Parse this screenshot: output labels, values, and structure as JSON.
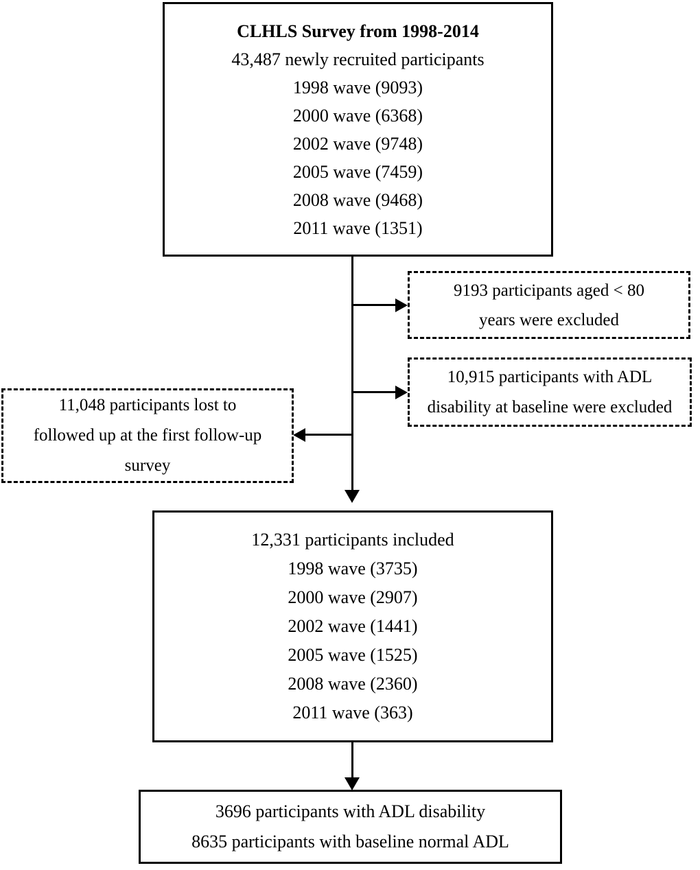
{
  "diagram": {
    "type": "study-flow-chart",
    "title_text": "CLHLS Survey from 1998-2014",
    "nodes": {
      "source_cohort": {
        "style": "solid",
        "title": "CLHLS Survey from 1998-2014",
        "lines": [
          "43,487 newly recruited participants",
          "1998 wave (9093)",
          "2000 wave (6368)",
          "2002 wave (9748)",
          "2005 wave (7459)",
          "2008 wave (9468)",
          "2011 wave (1351)"
        ]
      },
      "excluded_age": {
        "style": "dashed",
        "lines": [
          "9193 participants aged < 80",
          "years were excluded"
        ]
      },
      "excluded_adl": {
        "style": "dashed",
        "lines": [
          "10,915 participants with ADL",
          "disability at baseline were excluded"
        ]
      },
      "lost_followup": {
        "style": "dashed",
        "lines": [
          "11,048 participants lost to",
          "followed up at the first follow-up",
          "survey"
        ]
      },
      "included_cohort": {
        "style": "solid",
        "lines": [
          "12,331 participants included",
          "1998 wave (3735)",
          "2000 wave (2907)",
          "2002 wave (1441)",
          "2005 wave (1525)",
          "2008 wave (2360)",
          "2011 wave (363)"
        ]
      },
      "outcome_groups": {
        "style": "solid",
        "lines": [
          "3696 participants with ADL disability",
          "8635 participants with baseline normal ADL"
        ]
      }
    },
    "connectors": [
      {
        "name": "trunk-from-source",
        "direction": "down"
      },
      {
        "name": "branch-to-excluded-age",
        "direction": "right"
      },
      {
        "name": "branch-to-excluded-adl",
        "direction": "right"
      },
      {
        "name": "branch-to-lost-followup",
        "direction": "left"
      },
      {
        "name": "trunk-to-included",
        "direction": "down"
      },
      {
        "name": "trunk-to-outcomes",
        "direction": "down"
      }
    ],
    "colors": {
      "stroke": "#000000",
      "background": "#ffffff",
      "text": "#000000"
    }
  }
}
